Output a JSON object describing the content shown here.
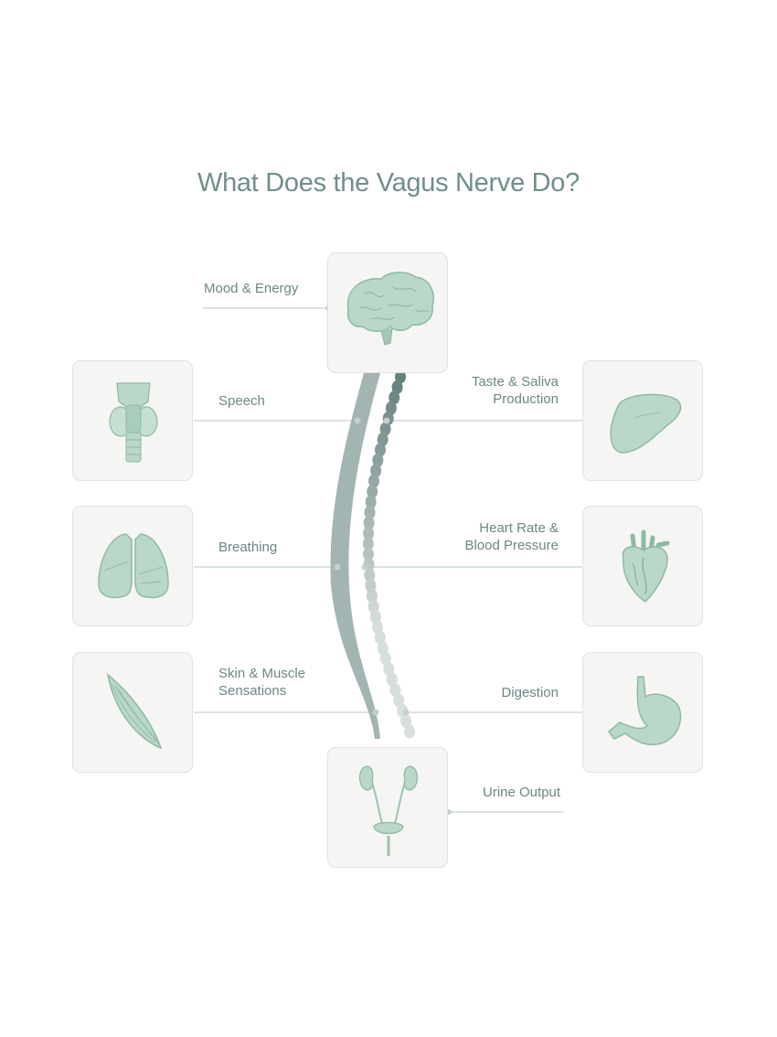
{
  "title": "What Does the Vagus Nerve Do?",
  "colors": {
    "title": "#6f8e8c",
    "label": "#6b8785",
    "line": "#cfdad8",
    "nerve_solid": "#9fb1ae",
    "nerve_dots_dark": "#66807e",
    "nerve_dots_light": "#d6dfdd",
    "organ": "#b9d8c8",
    "organ_shade": "#8fb9a5",
    "box_bg": "#f5f5f4"
  },
  "functions": [
    {
      "id": "mood",
      "label": [
        "Mood & Energy"
      ],
      "icon": "brain-icon"
    },
    {
      "id": "speech",
      "label": [
        "Speech"
      ],
      "icon": "larynx-icon"
    },
    {
      "id": "taste",
      "label": [
        "Taste & Saliva",
        "Production"
      ],
      "icon": "tongue-icon"
    },
    {
      "id": "breathing",
      "label": [
        "Breathing"
      ],
      "icon": "lungs-icon"
    },
    {
      "id": "heart",
      "label": [
        "Heart Rate &",
        "Blood Pressure"
      ],
      "icon": "heart-icon"
    },
    {
      "id": "skin",
      "label": [
        "Skin & Muscle",
        "Sensations"
      ],
      "icon": "muscle-icon"
    },
    {
      "id": "digestion",
      "label": [
        "Digestion"
      ],
      "icon": "stomach-icon"
    },
    {
      "id": "urine",
      "label": [
        "Urine Output"
      ],
      "icon": "kidneys-icon"
    }
  ]
}
